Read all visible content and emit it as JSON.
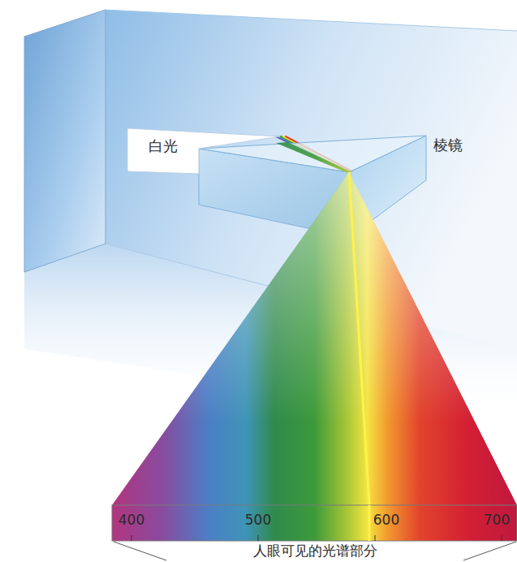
{
  "diagram": {
    "nodes": [
      {
        "text": [
          "白光"
        ]
      }
    ],
    "labels": [
      "棱镜",
      "400",
      "500",
      "600",
      "700",
      "人眼可见的光谱部分"
    ]
  }
}
